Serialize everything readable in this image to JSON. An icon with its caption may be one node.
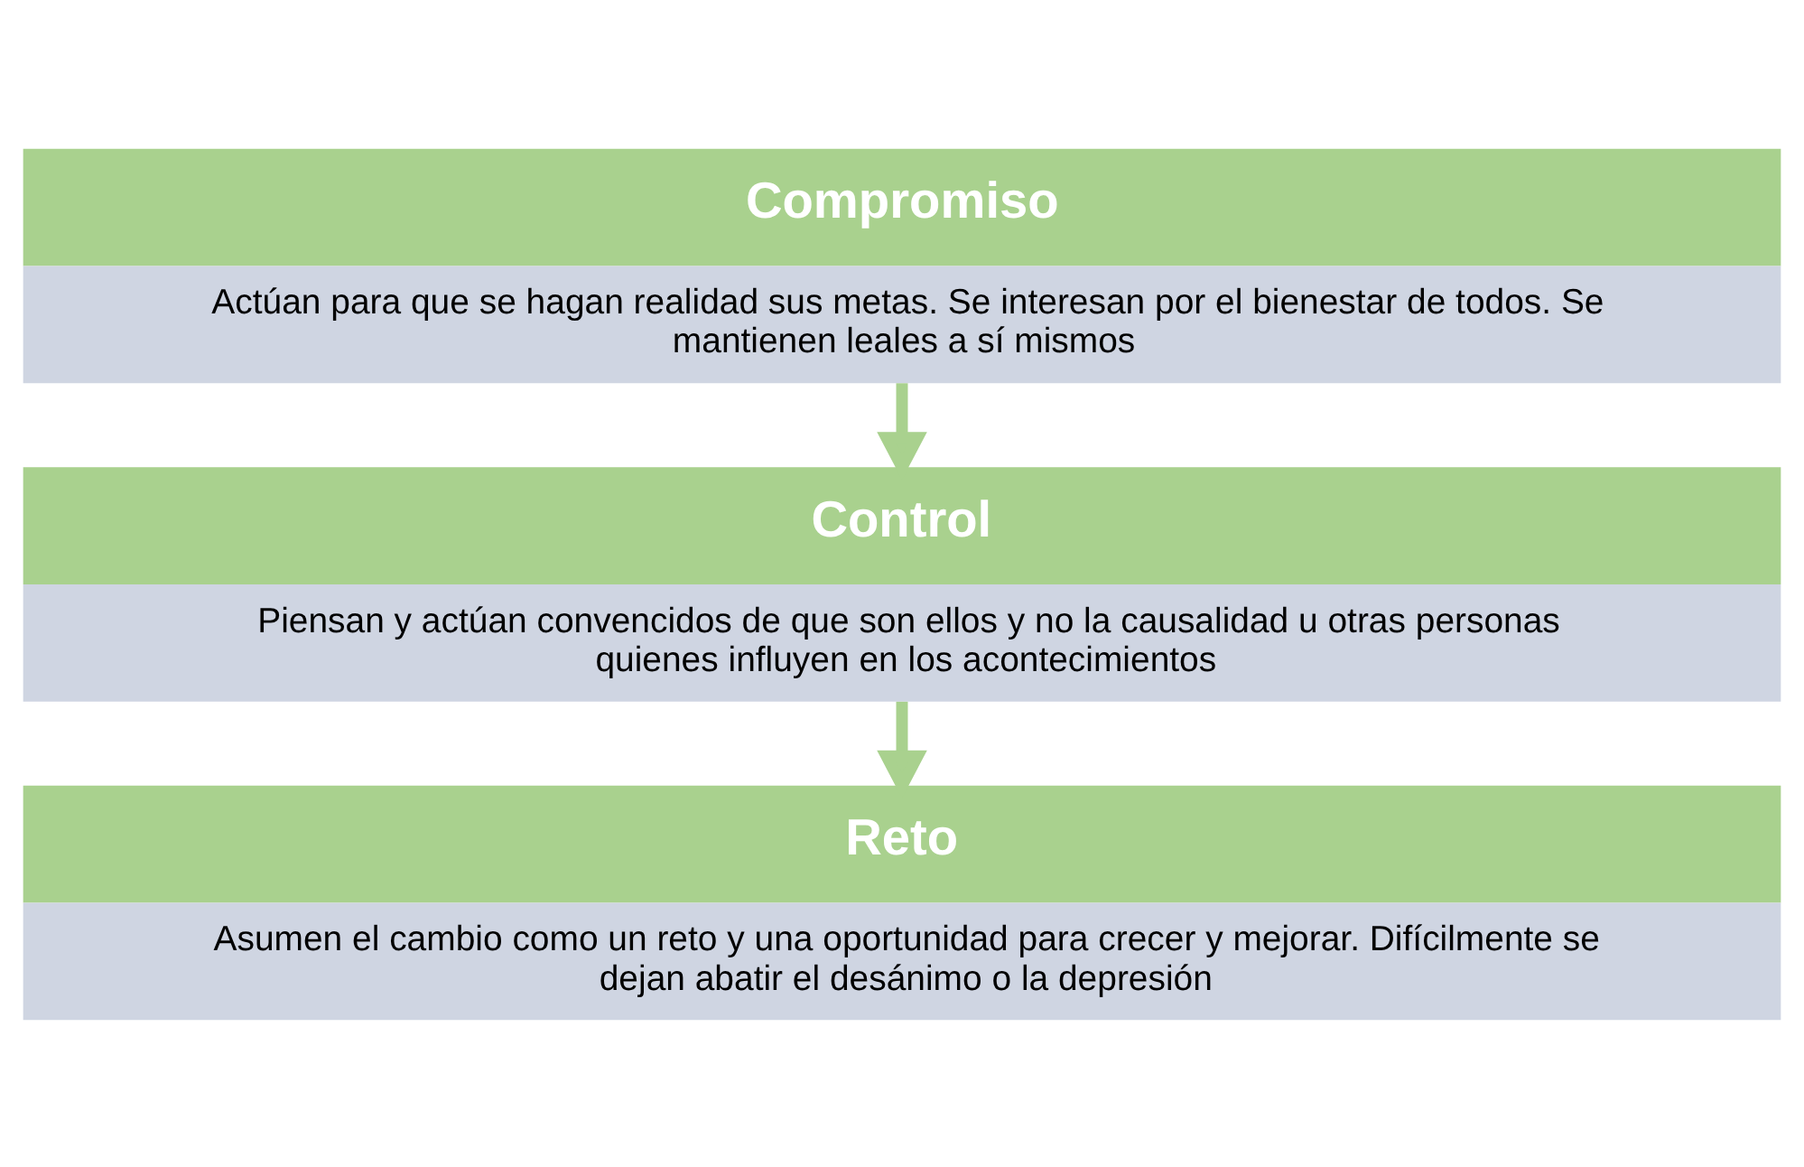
{
  "diagram": {
    "nodes": [
      {
        "text": [
          "Compromiso",
          "Actúan para que se hagan realidad sus metas. Se interesan por el bienestar de todos. Se mantienen leales a sí mismos"
        ]
      },
      {
        "text": [
          "Control",
          "Piensan y actúan convencidos de que son ellos y no la causalidad u otras personas quienes influyen en los acontecimientos"
        ]
      },
      {
        "text": [
          "Reto",
          "Asumen el cambio como un reto y una oportunidad para crecer y mejorar. Difícilmente se dejan abatir el desánimo o la depresión"
        ]
      }
    ],
    "edges": [
      {
        "from": 0,
        "to": 1,
        "arrow": "to"
      },
      {
        "from": 1,
        "to": 2,
        "arrow": "to"
      }
    ]
  }
}
